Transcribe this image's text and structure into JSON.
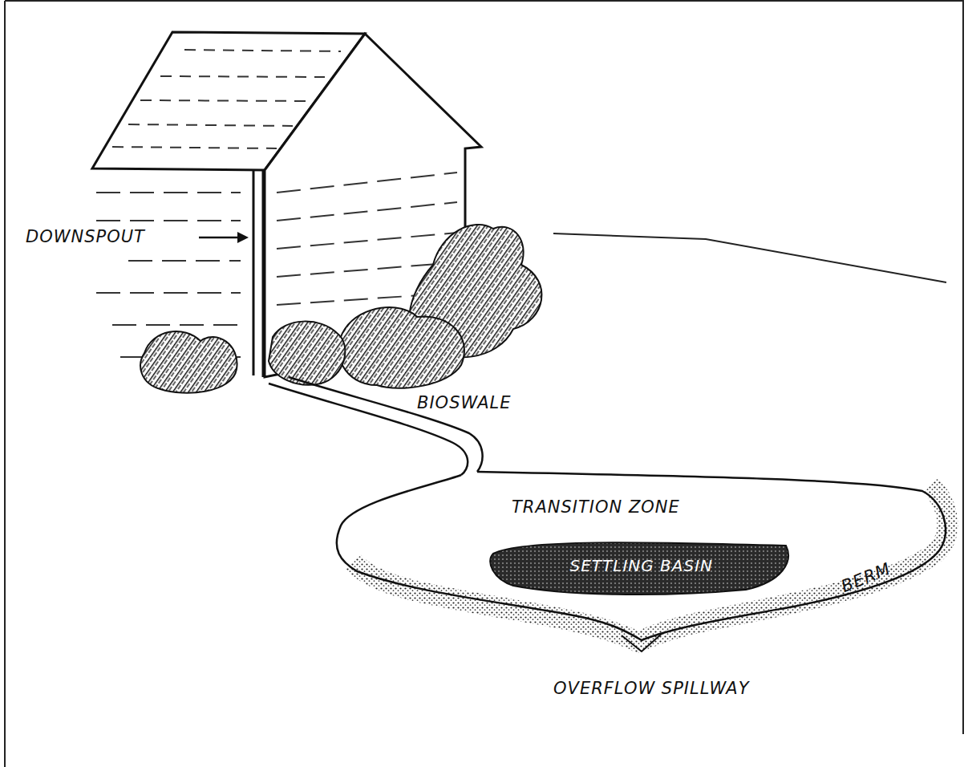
{
  "diagram": {
    "nodes": [
      {
        "text": [
          "TRANSITION ZONE"
        ]
      },
      {
        "text": [
          "SETTLING BASIN"
        ],
        "in": 0
      }
    ],
    "labels": [
      "DOWNSPOUT",
      "BIOSWALE",
      "BERM",
      "OVERFLOW SPILLWAY"
    ]
  }
}
